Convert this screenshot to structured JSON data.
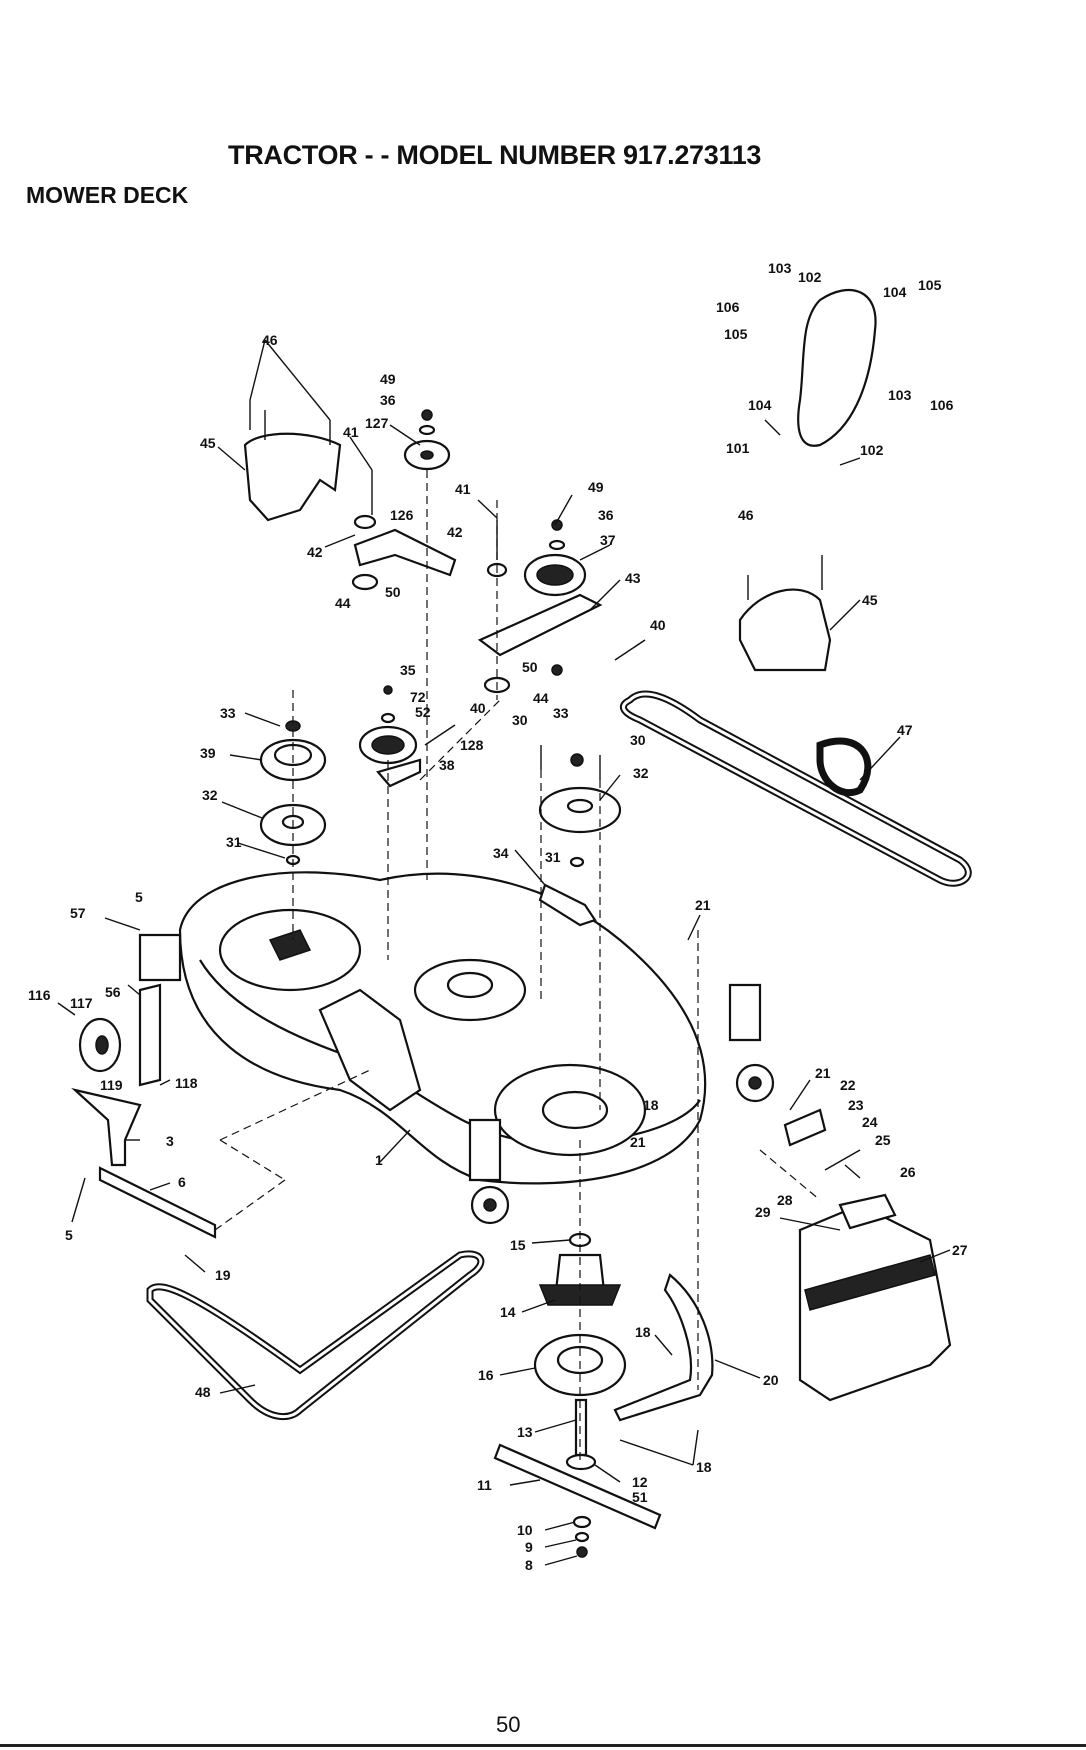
{
  "header": {
    "title": "TRACTOR - - MODEL NUMBER 917.273113",
    "section": "MOWER DECK"
  },
  "page_number": "50",
  "diagram": {
    "callouts": [
      "1",
      "3",
      "5",
      "5",
      "6",
      "8",
      "9",
      "10",
      "11",
      "12",
      "13",
      "14",
      "15",
      "16",
      "18",
      "18",
      "18",
      "19",
      "20",
      "21",
      "21",
      "21",
      "22",
      "23",
      "24",
      "25",
      "26",
      "27",
      "28",
      "29",
      "30",
      "30",
      "31",
      "31",
      "32",
      "32",
      "33",
      "33",
      "34",
      "35",
      "36",
      "36",
      "37",
      "38",
      "39",
      "40",
      "40",
      "41",
      "41",
      "42",
      "42",
      "43",
      "44",
      "44",
      "45",
      "45",
      "46",
      "46",
      "47",
      "48",
      "49",
      "49",
      "50",
      "50",
      "51",
      "52",
      "56",
      "57",
      "72",
      "101",
      "102",
      "102",
      "103",
      "103",
      "104",
      "104",
      "105",
      "105",
      "106",
      "106",
      "116",
      "117",
      "118",
      "119",
      "126",
      "127",
      "128"
    ]
  }
}
